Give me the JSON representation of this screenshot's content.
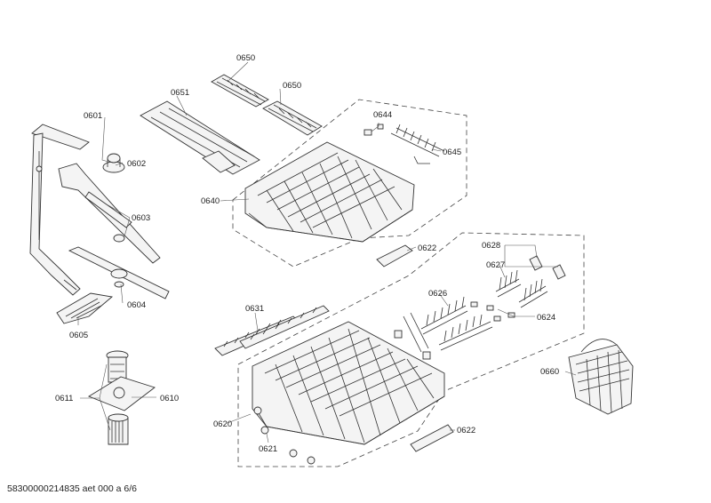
{
  "callouts": {
    "c0650a": "0650",
    "c0650b": "0650",
    "c0651": "0651",
    "c0601": "0601",
    "c0602": "0602",
    "c0603": "0603",
    "c0604": "0604",
    "c0605": "0605",
    "c0611": "0611",
    "c0610": "0610",
    "c0640": "0640",
    "c0644": "0644",
    "c0645": "0645",
    "c0622a": "0622",
    "c0628": "0628",
    "c0627": "0627",
    "c0626": "0626",
    "c0624": "0624",
    "c0631": "0631",
    "c0620": "0620",
    "c0621": "0621",
    "c0622b": "0622",
    "c0660": "0660"
  },
  "footer_text": "58300000214835 aet 000 a 6/6"
}
